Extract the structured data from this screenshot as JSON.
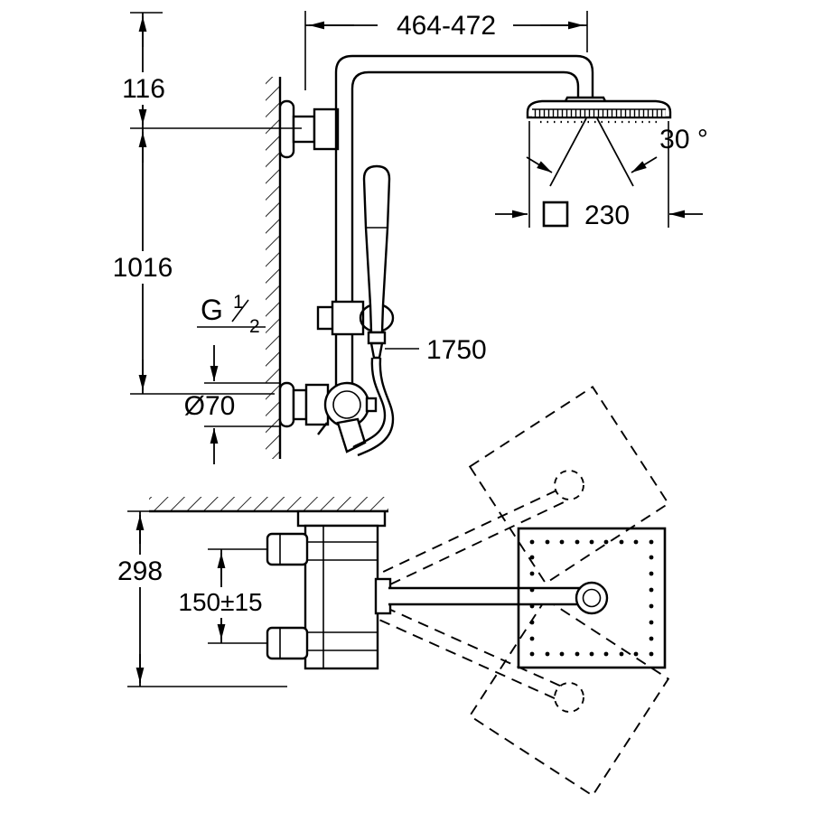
{
  "colors": {
    "line": "#000000",
    "background": "#ffffff"
  },
  "dims": {
    "top_width": "464-472",
    "top_offset": "116",
    "wall_height": "1016",
    "thread_prefix": "G",
    "thread_numerator": "1",
    "thread_denominator": "2",
    "escutcheon_diameter": "Ø70",
    "hose_length": "1750",
    "swivel_angle": "30 °",
    "head_width": "230",
    "plan_depth": "298",
    "inlet_spacing": "150±15"
  }
}
